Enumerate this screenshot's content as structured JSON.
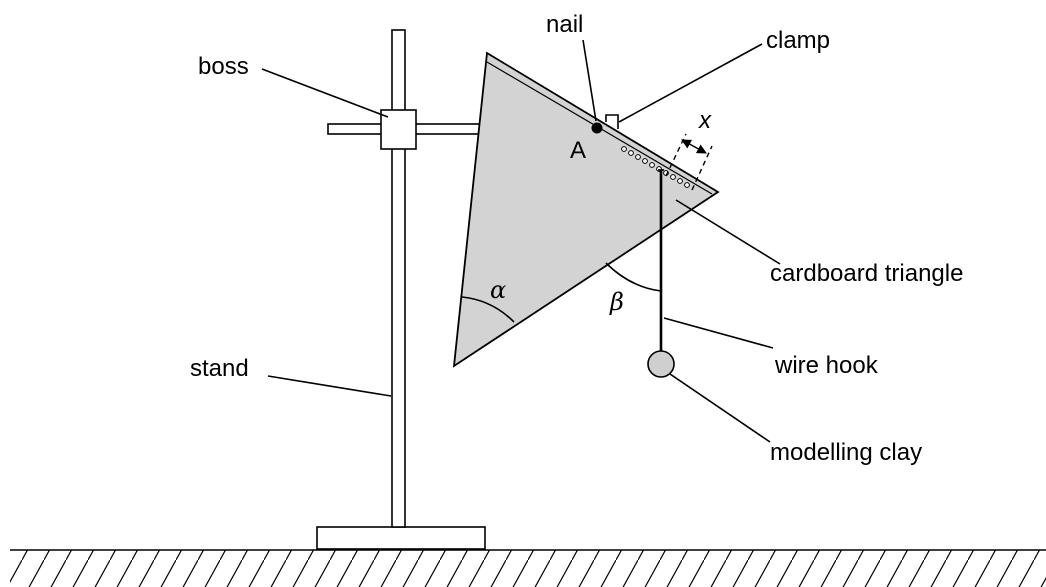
{
  "labels": {
    "nail": "nail",
    "clamp": "clamp",
    "boss": "boss",
    "point_a": "A",
    "x": "x",
    "cardboard_triangle": "cardboard triangle",
    "alpha": "α",
    "beta": "β",
    "wire_hook": "wire hook",
    "stand": "stand",
    "modelling_clay": "modelling clay"
  },
  "colors": {
    "triangle_fill": "#d3d3d3",
    "clay_fill": "#cfcfcf",
    "line": "#000000"
  }
}
